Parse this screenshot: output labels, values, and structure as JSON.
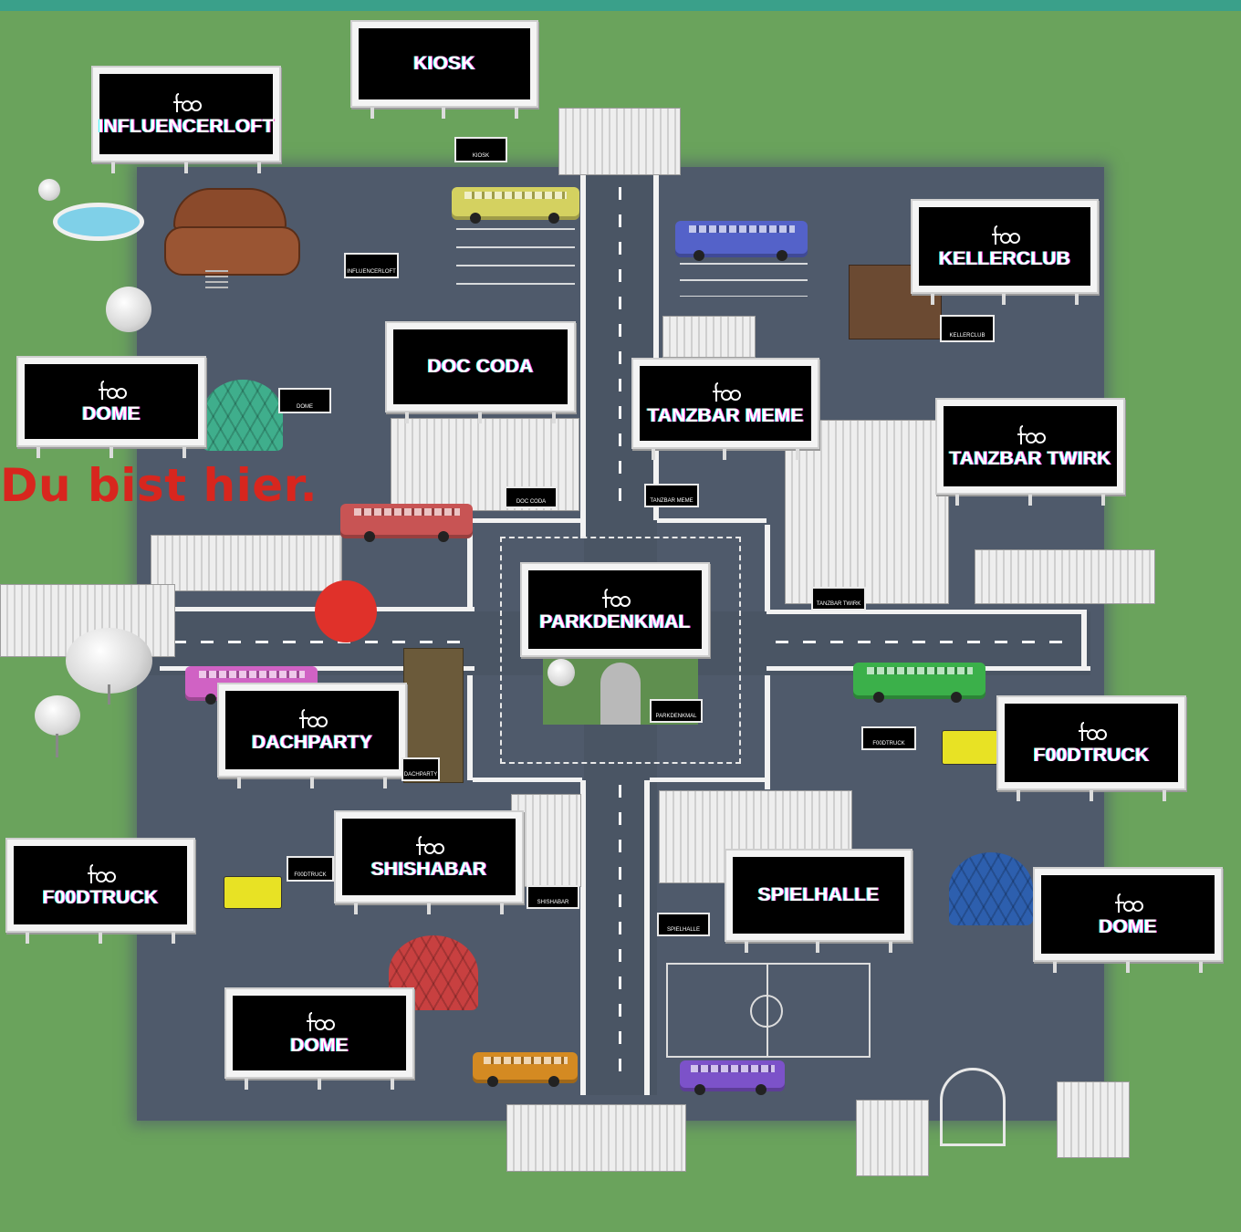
{
  "map": {
    "you_are_here": "Du bist hier.",
    "venue_boards": [
      {
        "id": "kiosk",
        "label": "KIOSK",
        "logo": false
      },
      {
        "id": "influencerloft",
        "label": "INFLUENCERLOFT",
        "logo": true
      },
      {
        "id": "kellerclub",
        "label": "KELLERCLUB",
        "logo": true
      },
      {
        "id": "dome-nw",
        "label": "DOME",
        "logo": true
      },
      {
        "id": "doc-coda",
        "label": "DOC CODA",
        "logo": false
      },
      {
        "id": "tanzbar-meme",
        "label": "TANZBAR MEME",
        "logo": true
      },
      {
        "id": "tanzbar-twirk",
        "label": "TANZBAR TWIRK",
        "logo": true
      },
      {
        "id": "parkdenkmal",
        "label": "PARKDENKMAL",
        "logo": true
      },
      {
        "id": "dachparty",
        "label": "DACHPARTY",
        "logo": true
      },
      {
        "id": "foodtruck-e",
        "label": "F00DTRUCK",
        "logo": true
      },
      {
        "id": "shishabar",
        "label": "SHISHABAR",
        "logo": true
      },
      {
        "id": "foodtruck-w",
        "label": "F00DTRUCK",
        "logo": true
      },
      {
        "id": "spielhalle",
        "label": "SPIELHALLE",
        "logo": false
      },
      {
        "id": "dome-e",
        "label": "DOME",
        "logo": true
      },
      {
        "id": "dome-s",
        "label": "DOME",
        "logo": true
      }
    ],
    "small_signs": [
      "KIOSK",
      "INFLUENCERLOFT",
      "KELLERCLUB",
      "DOME",
      "DOC CODA",
      "TANZBAR MEME",
      "TANZBAR TWIRK",
      "PARKDENKMAL",
      "F00DTRUCK",
      "F00DTRUCK",
      "SHISHABAR",
      "SPIELHALLE",
      "DACHPARTY"
    ],
    "colors": {
      "grass": "#6aa35c",
      "asphalt": "#4f5a6b",
      "marker": "#e0312a",
      "you_are_here_text": "#d8261e",
      "bus_yellow": "#d4d160",
      "bus_blue": "#5462c9",
      "bus_red": "#c85454",
      "bus_pink": "#d062c4",
      "bus_green": "#3bb04a",
      "bus_orange": "#d48a22",
      "bus_purple": "#7c52c9",
      "dome_teal": "#3fae8c",
      "dome_blue": "#2d5fae",
      "dome_red": "#c84040"
    },
    "icons": [
      "foo-logo-icon",
      "location-marker-icon",
      "bus-icon",
      "dome-tent-icon",
      "food-truck-icon",
      "tree-icon",
      "pool-icon"
    ]
  }
}
